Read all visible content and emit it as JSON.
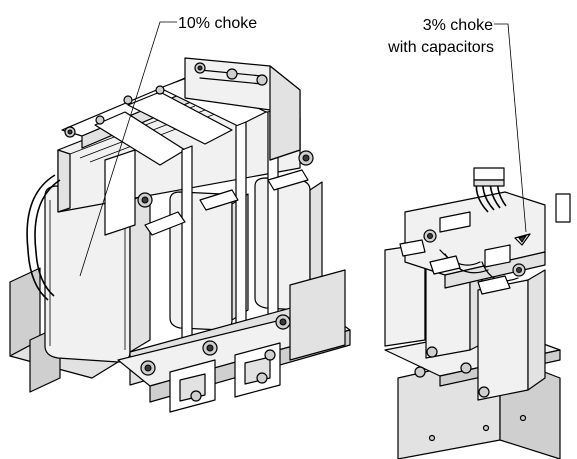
{
  "diagram": {
    "labels": {
      "choke_10": "10% choke",
      "choke_3_line1": "3% choke",
      "choke_3_line2": "with capacitors"
    },
    "colors": {
      "line": "#000000",
      "background": "#ffffff",
      "shade_light": "#f1f1f1",
      "shade_mid": "#e2e2e2",
      "shade_dark": "#cfcfcf"
    }
  }
}
